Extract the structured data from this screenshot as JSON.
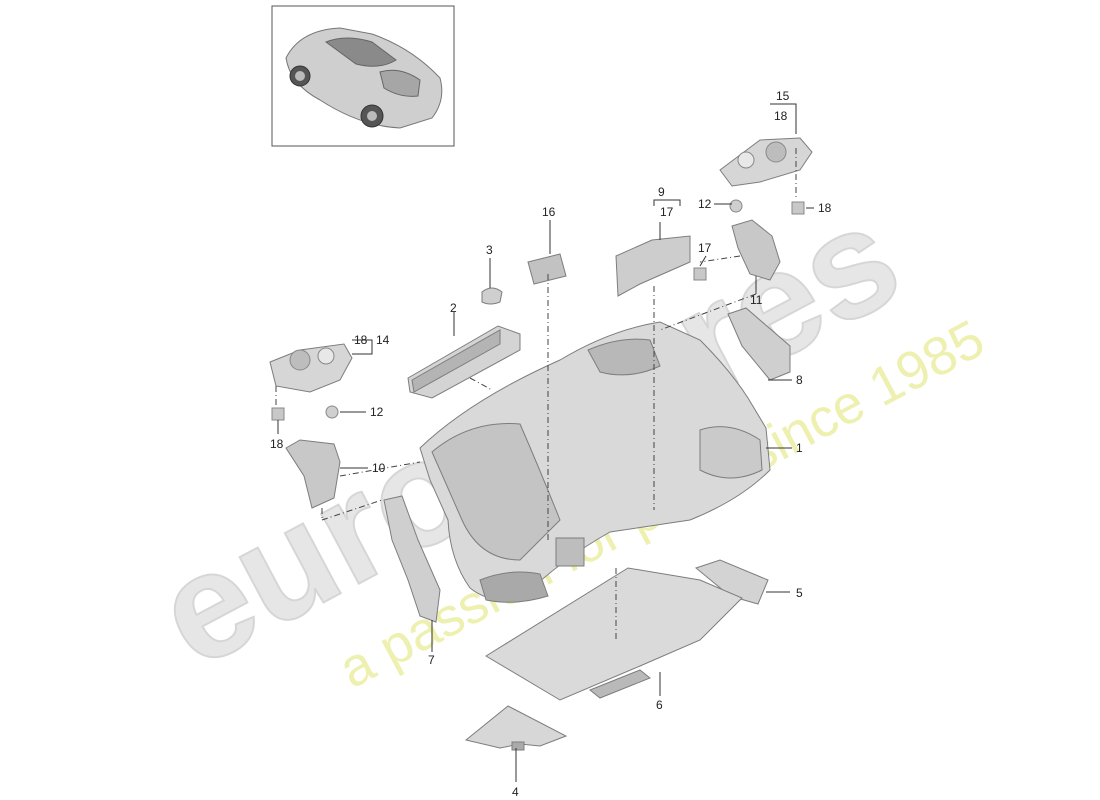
{
  "watermark": {
    "brand": "eurospares",
    "tagline": "a passion for parts since 1985",
    "brand_color": "#e4e4e4",
    "tagline_color": "#eef0b0"
  },
  "colors": {
    "part_fill": "#dcdcdc",
    "part_shade": "#bdbdbd",
    "part_dark": "#9d9d9d",
    "line": "#333333"
  },
  "thumbnail": {
    "icon": "car-icon"
  },
  "callouts": {
    "c1": "1",
    "c2": "2",
    "c3": "3",
    "c4": "4",
    "c5": "5",
    "c6": "6",
    "c7": "7",
    "c8": "8",
    "c9": "9",
    "c10": "10",
    "c11": "11",
    "c12a": "12",
    "c12b": "12",
    "c14": "14",
    "c15": "15",
    "c16": "16",
    "c17a": "17",
    "c17b": "17",
    "c18a": "18",
    "c18b": "18",
    "c18c": "18",
    "c18d": "18"
  }
}
